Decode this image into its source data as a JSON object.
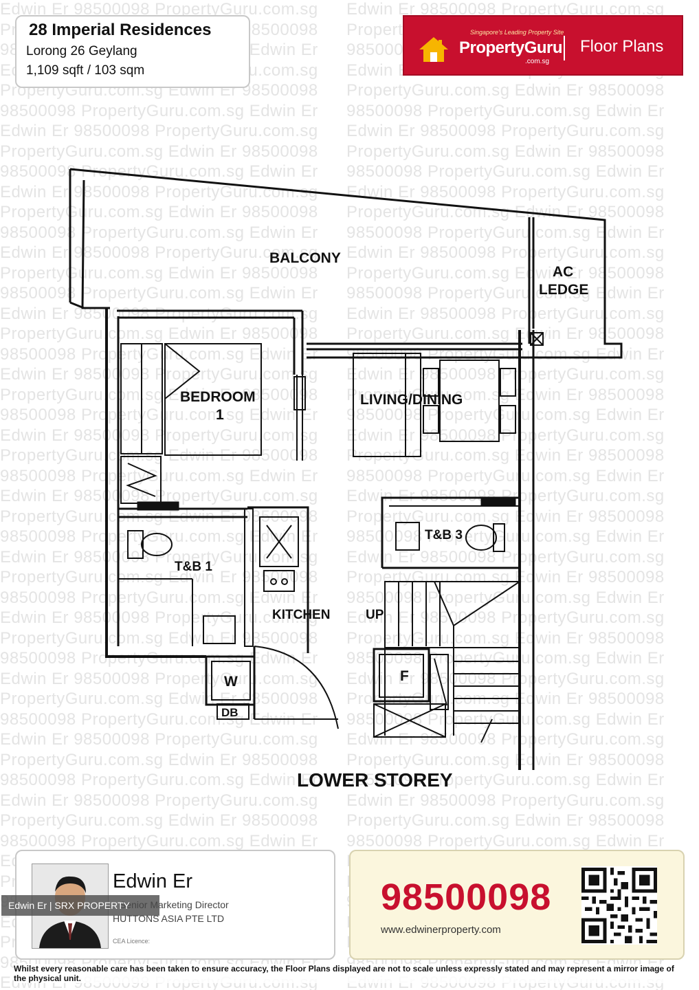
{
  "listing": {
    "title": "28 Imperial Residences",
    "address": "Lorong 26 Geylang",
    "size": "1,109 sqft / 103 sqm"
  },
  "banner": {
    "tagline": "Singapore's Leading Property Site",
    "brand": "PropertyGuru",
    "brand_domain": ".com.sg",
    "section": "Floor Plans",
    "color": "#c8102e"
  },
  "watermark": {
    "text": "Edwin Er 98500098 PropertyGuru.com.sg Edwin Er 98500098 PropertyGuru.com.sg"
  },
  "floorplan": {
    "rooms": {
      "balcony": "BALCONY",
      "ac_ledge_1": "AC",
      "ac_ledge_2": "LEDGE",
      "bedroom_1": "BEDROOM",
      "bedroom_2": "1",
      "living_dining": "LIVING/DINING",
      "tb1": "T&B 1",
      "tb3": "T&B 3",
      "kitchen": "KITCHEN",
      "up": "UP",
      "fridge": "F",
      "washer": "W",
      "db": "DB"
    },
    "storey": "LOWER STOREY"
  },
  "agent": {
    "name": "Edwin Er",
    "role": "Senior Marketing Director",
    "company": "HUTTONS ASIA PTE LTD",
    "licence": "CEA Licence: ",
    "overlay": "Edwin Er | SRX PROPERTY"
  },
  "contact": {
    "phone": "98500098",
    "website": "www.edwinerproperty.com",
    "accent": "#c8102e"
  },
  "disclaimer": "Whilst every reasonable care has been taken to ensure accuracy, the Floor Plans displayed are not to scale unless expressly stated and may represent a mirror image of the physical unit."
}
